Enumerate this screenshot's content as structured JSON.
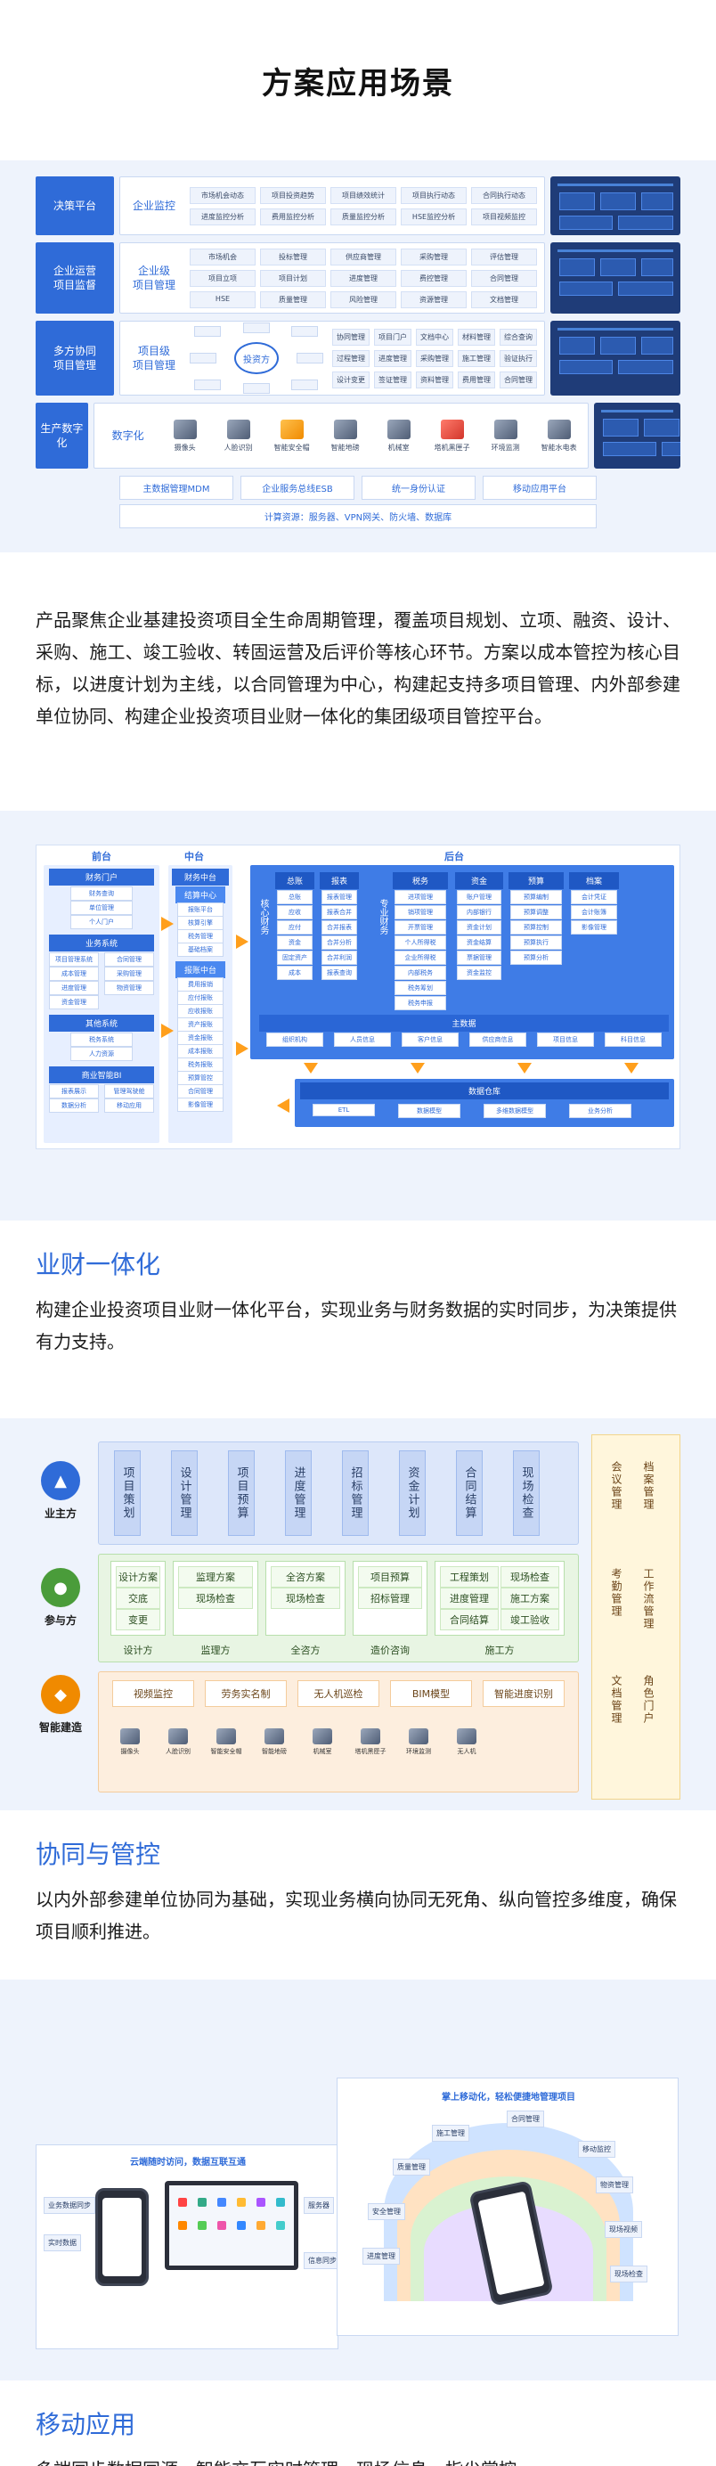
{
  "page": {
    "title": "方案应用场景",
    "intro": "产品聚焦企业基建投资项目全生命周期管理，覆盖项目规划、立项、融资、设计、采购、施工、竣工验收、转固运营及后评价等核心环节。方案以成本管控为核心目标，以进度计划为主线，以合同管理为中心，构建起支持多项目管理、内外部参建单位协同、构建企业投资项目业财一体化的集团级项目管控平台。"
  },
  "arch": {
    "rows": [
      {
        "left": "决策平台",
        "mid": "企业监控",
        "cells": [
          "市场机会动态",
          "项目投资趋势",
          "项目绩效统计",
          "项目执行动态",
          "合同执行动态",
          "进度监控分析",
          "费用监控分析",
          "质量监控分析",
          "HSE监控分析",
          "项目视频监控"
        ]
      },
      {
        "left": "企业运营\n项目监督",
        "mid": "企业级\n项目管理",
        "cells": [
          "市场机会",
          "投标管理",
          "供应商管理",
          "采购管理",
          "评估管理",
          "项目立项",
          "项目计划",
          "进度管理",
          "费控管理",
          "合同管理",
          "HSE",
          "质量管理",
          "风险管理",
          "资源管理",
          "文档管理"
        ]
      },
      {
        "left": "多方协同\n项目管理",
        "mid": "项目级\n项目管理",
        "center": "投资方",
        "cells": [
          "协同管理",
          "项目门户",
          "文档中心",
          "材料管理",
          "综合查询",
          "过程管理",
          "进度管理",
          "采购管理",
          "施工管理",
          "验证执行",
          "设计变更",
          "签证管理",
          "资料管理",
          "费用管理",
          "合同管理"
        ]
      },
      {
        "left": "生产数字化",
        "mid": "数字化",
        "devices": [
          "摄像头",
          "人脸识别",
          "智能安全帽",
          "智能地磅",
          "机械室",
          "塔机黑匣子",
          "环境监测",
          "智能水电表"
        ]
      }
    ],
    "footer_top": [
      "主数据管理MDM",
      "企业服务总线ESB",
      "统一身份认证",
      "移动应用平台"
    ],
    "footer_bottom": "计算资源：服务器、VPN网关、防火墙、数据库"
  },
  "fin": {
    "headers": [
      "前台",
      "中台",
      "后台"
    ],
    "front": {
      "portal": "财务门户",
      "portal_items": [
        "财务查询",
        "单位管理",
        "个人门户"
      ],
      "biz": "业务系统",
      "biz_items": [
        "项目管理系统",
        "合同管理",
        "成本管理",
        "采购管理",
        "进度管理",
        "物资管理",
        "资金管理"
      ],
      "other": "其他系统",
      "other_items": [
        "税务系统",
        "人力资源"
      ],
      "bi": "商业智能BI",
      "bi_items": [
        "报表展示",
        "管理驾驶舱",
        "数据分析",
        "移动应用"
      ]
    },
    "mid": {
      "title": "财务中台",
      "groups": [
        {
          "name": "结算中心",
          "items": [
            "报账平台",
            "核算引擎",
            "税务管理",
            "基础档案"
          ]
        },
        {
          "name": "报账中台",
          "items": [
            "费用报销",
            "应付报账",
            "应收报账",
            "资产报账",
            "资金报账",
            "成本报账",
            "税务报账",
            "预算管控",
            "合同管理",
            "影像管理"
          ]
        }
      ]
    },
    "core_label": "核心财务",
    "back": {
      "cols": [
        {
          "name": "总账",
          "items": [
            "总账",
            "应收",
            "应付",
            "资金",
            "固定资产",
            "成本"
          ]
        },
        {
          "name": "报表",
          "items": [
            "报表管理",
            "报表合并",
            "合并报表",
            "合并分析",
            "合并利润",
            "报表查询"
          ]
        },
        {
          "name": "税务",
          "items": [
            "进项管理",
            "销项管理",
            "开票管理",
            "个人所得税",
            "企业所得税",
            "内部税务",
            "税务筹划",
            "税务申报"
          ]
        },
        {
          "name": "资金",
          "items": [
            "账户管理",
            "内部银行",
            "资金计划",
            "资金结算",
            "票据管理",
            "资金监控"
          ]
        },
        {
          "name": "预算",
          "items": [
            "预算编制",
            "预算调整",
            "预算控制",
            "预算执行",
            "预算分析"
          ]
        },
        {
          "name": "档案",
          "items": [
            "会计凭证",
            "会计账簿",
            "影像管理"
          ]
        }
      ],
      "prof_label": "专业财务",
      "master": "主数据",
      "master_items": [
        "组织机构",
        "人员信息",
        "客户信息",
        "供应商信息",
        "项目信息",
        "科目信息"
      ],
      "warehouse": "数据仓库",
      "warehouse_items": [
        "ETL",
        "数据模型",
        "多维数据模型",
        "业务分析"
      ]
    }
  },
  "sec1": {
    "title": "业财一体化",
    "desc": "构建企业投资项目业财一体化平台，实现业务与财务数据的实时同步，为决策提供有力支持。"
  },
  "collab": {
    "roles": [
      "业主方",
      "参与方",
      "智能建造"
    ],
    "owner_items": [
      "项目策划",
      "设计管理",
      "项目预算",
      "进度管理",
      "招标管理",
      "资金计划",
      "合同结算",
      "现场检查"
    ],
    "groups": [
      {
        "label": "设计方",
        "items": [
          "设计方案",
          "交底",
          "变更"
        ]
      },
      {
        "label": "监理方",
        "items": [
          "监理方案",
          "现场检查"
        ]
      },
      {
        "label": "全咨方",
        "items": [
          "全咨方案",
          "现场检查"
        ]
      },
      {
        "label": "造价咨询",
        "items": [
          "项目预算",
          "招标管理"
        ]
      },
      {
        "label": "施工方",
        "items": [
          "工程策划",
          "现场检查",
          "进度管理",
          "施工方案",
          "合同结算",
          "竣工验收"
        ]
      }
    ],
    "smart_items": [
      "视频监控",
      "劳务实名制",
      "无人机巡检",
      "BIM模型",
      "智能进度识别"
    ],
    "devices": [
      "摄像头",
      "人脸识别",
      "智能安全帽",
      "智能地磅",
      "机械室",
      "塔机黑匣子",
      "环境监测",
      "无人机"
    ],
    "side": [
      "会议管理",
      "档案管理",
      "考勤管理",
      "工作流管理",
      "文档管理",
      "角色门户"
    ]
  },
  "sec2": {
    "title": "协同与管控",
    "desc": "以内外部参建单位协同为基础，实现业务横向协同无死角、纵向管控多维度，确保项目顺利推进。"
  },
  "mobile": {
    "left_title": "云端随时访问，数据互联互通",
    "left_tags": [
      "业务数据同步",
      "实时数据",
      "服务器",
      "信息同步"
    ],
    "right_title": "掌上移动化，轻松便捷地管理项目",
    "right_tags": [
      "合同管理",
      "施工管理",
      "质量管理",
      "安全管理",
      "进度管理",
      "移动监控",
      "物资管理",
      "现场视频",
      "现场检查"
    ]
  },
  "sec3": {
    "title": "移动应用",
    "desc": "多端同步数据同源，智能交互实时管理，现场信息，指尖掌控。"
  },
  "colors": {
    "primary": "#2f6bd8",
    "light_band": "#eef3fc",
    "orange": "#ff9f1c",
    "green": "#4a9c3a"
  }
}
